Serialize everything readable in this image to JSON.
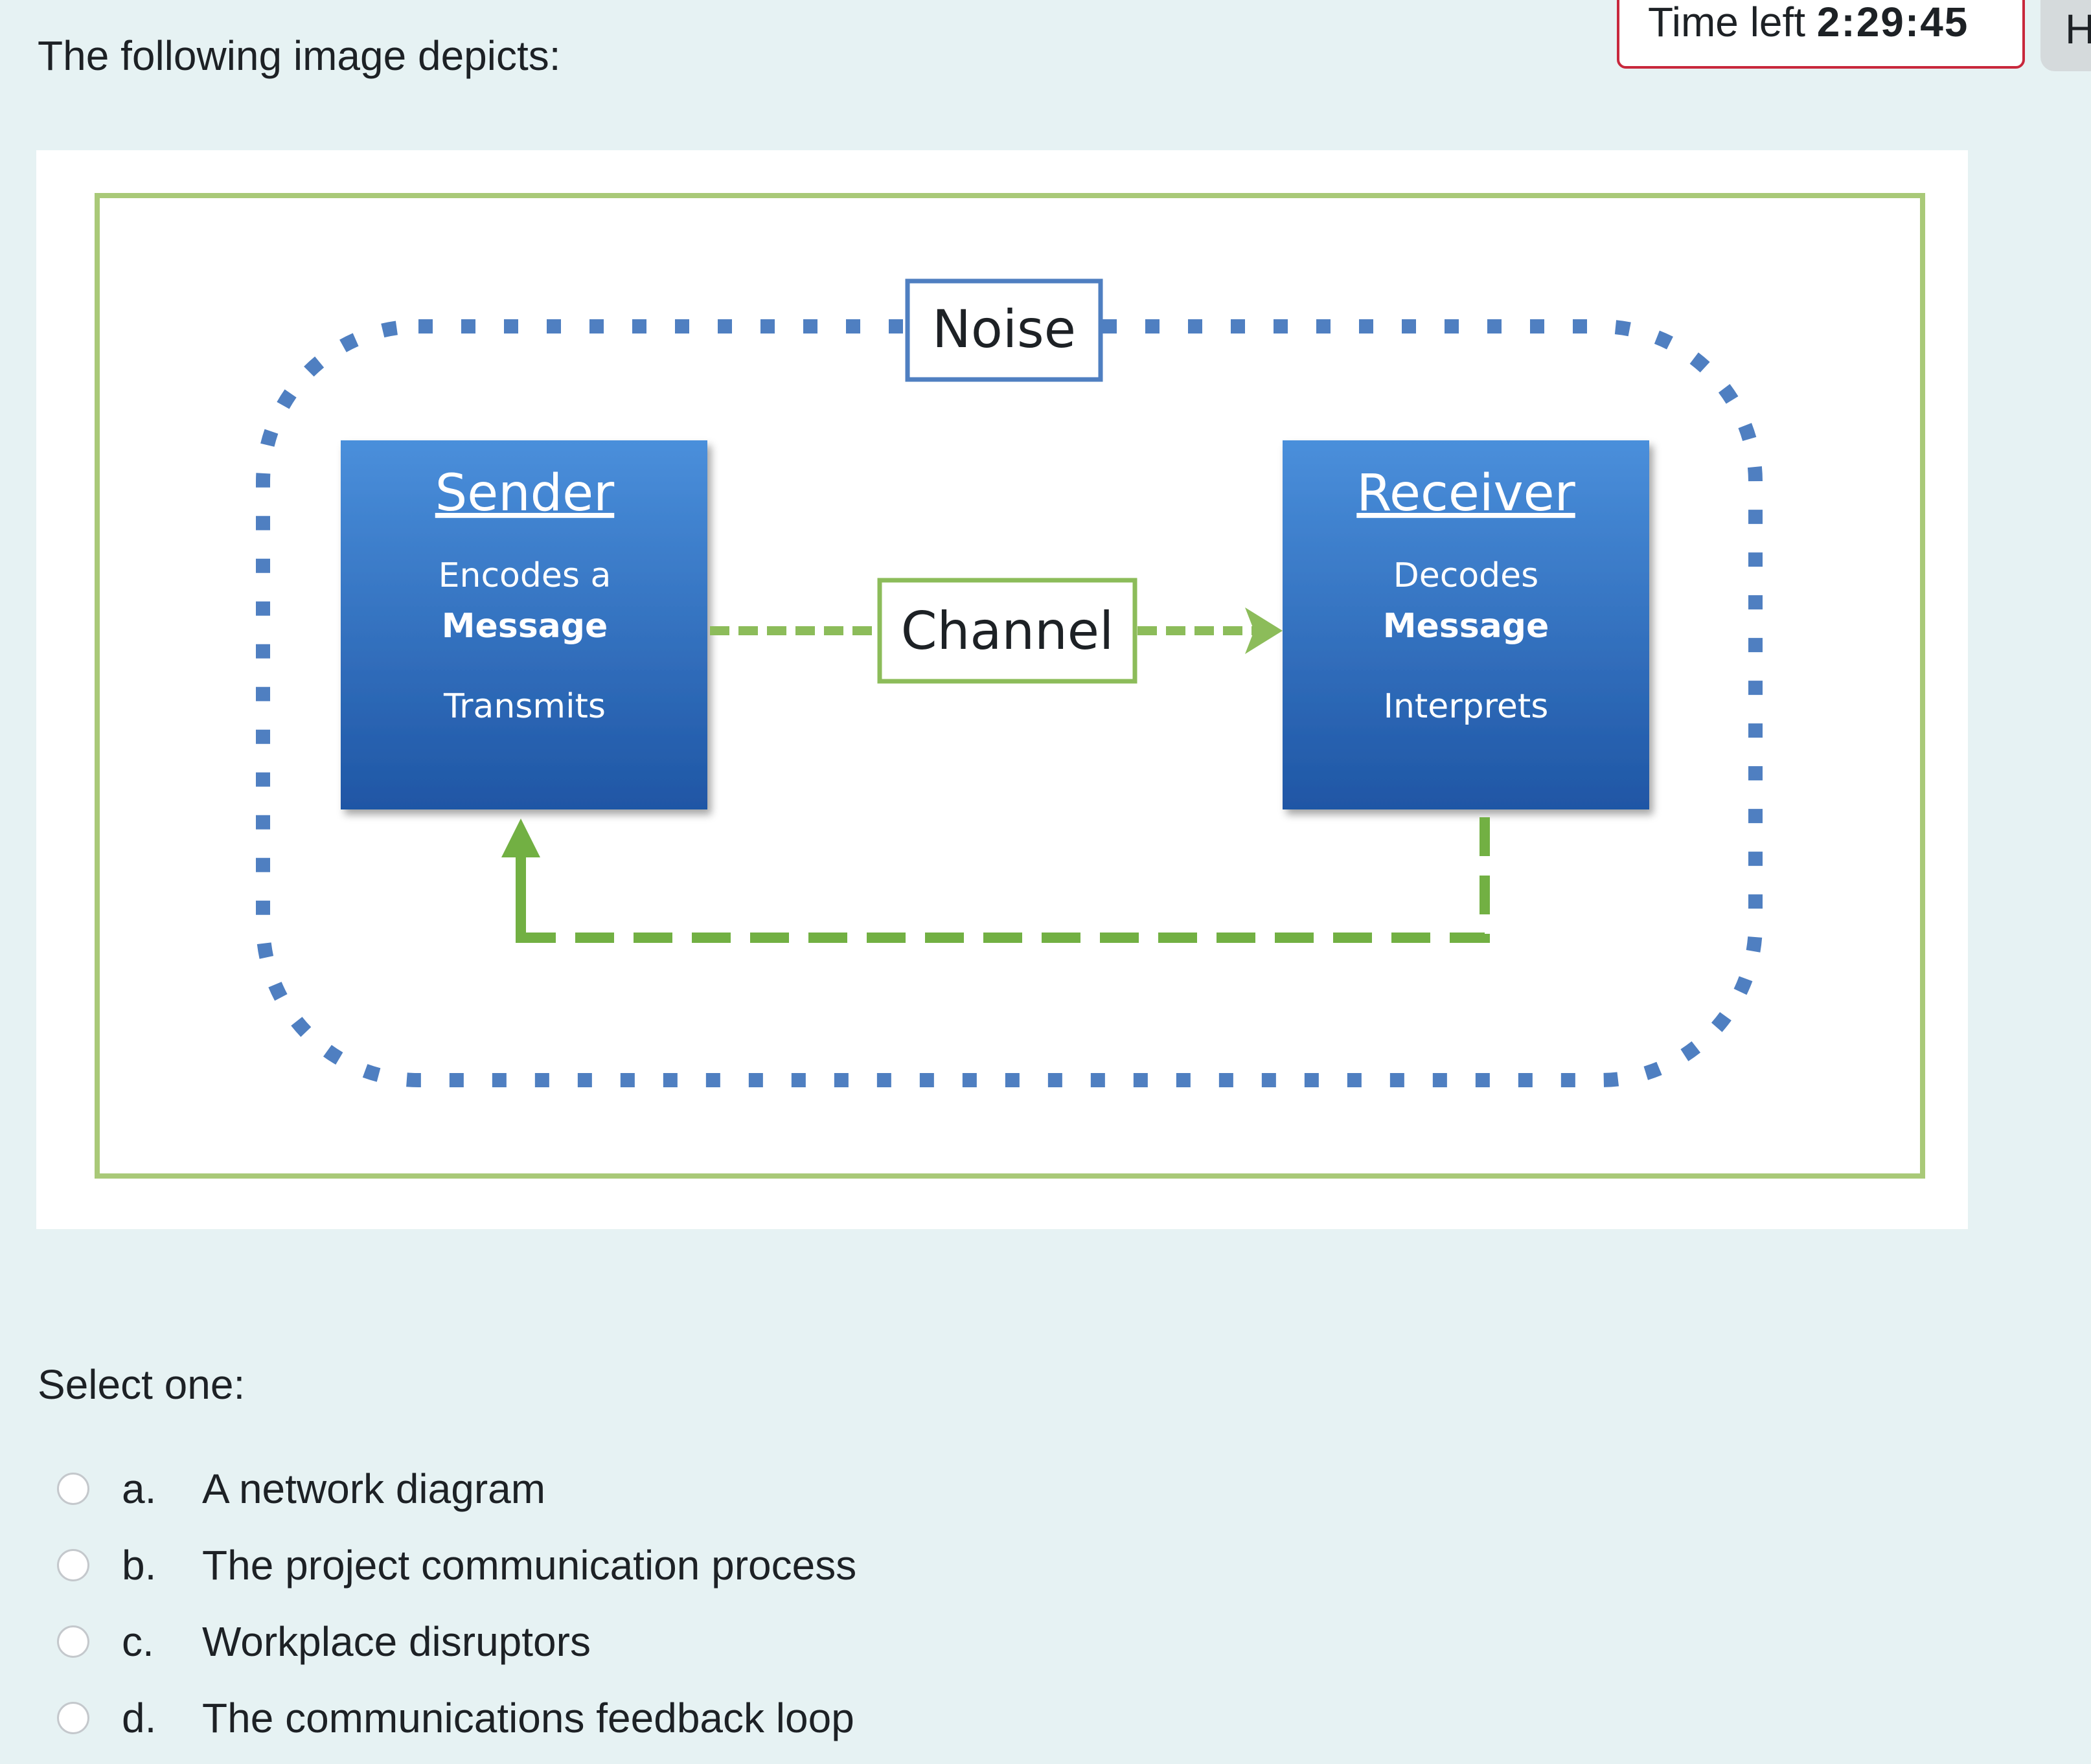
{
  "question": {
    "text": "The following image depicts:"
  },
  "timer": {
    "label": "Time left",
    "value": "2:29:45"
  },
  "hide_button": {
    "label": "H"
  },
  "diagram": {
    "noise": "Noise",
    "channel": "Channel",
    "sender": {
      "title": "Sender",
      "line1": "Encodes a",
      "line2": "Message",
      "line3": "Transmits"
    },
    "receiver": {
      "title": "Receiver",
      "line1": "Decodes",
      "line2": "Message",
      "line3": "Interprets"
    },
    "colors": {
      "frame": "#a9c978",
      "noise_dots": "#4f7fc1",
      "arrow": "#72b043",
      "box_top": "#4a8fdb",
      "box_bottom": "#1f56a5"
    }
  },
  "prompt": "Select one:",
  "options": [
    {
      "letter": "a.",
      "text": "A network diagram"
    },
    {
      "letter": "b.",
      "text": "The project communication process"
    },
    {
      "letter": "c.",
      "text": "Workplace disruptors"
    },
    {
      "letter": "d.",
      "text": "The communications feedback loop"
    }
  ]
}
